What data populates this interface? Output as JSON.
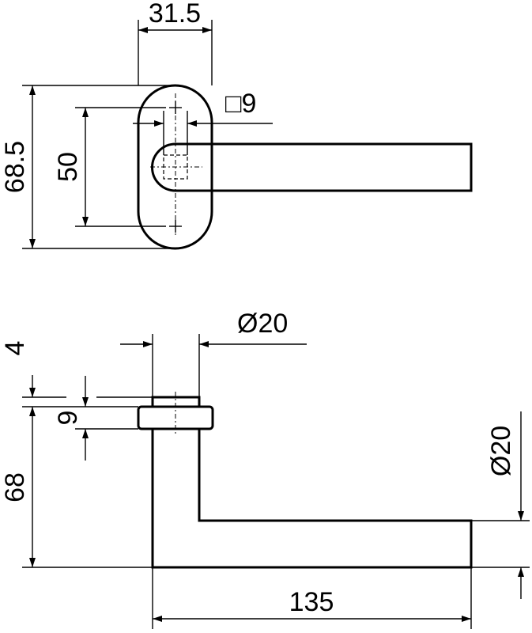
{
  "top_view": {
    "width_dim": "31.5",
    "spindle_dim": "□9",
    "height_dim": "68.5",
    "screw_spacing_dim": "50"
  },
  "side_view": {
    "rose_dia_dim": "Ø20",
    "top_offset_dim": "4",
    "rose_thickness_dim": "9",
    "height_dim": "68",
    "lever_dia_dim": "Ø20",
    "length_dim": "135"
  }
}
